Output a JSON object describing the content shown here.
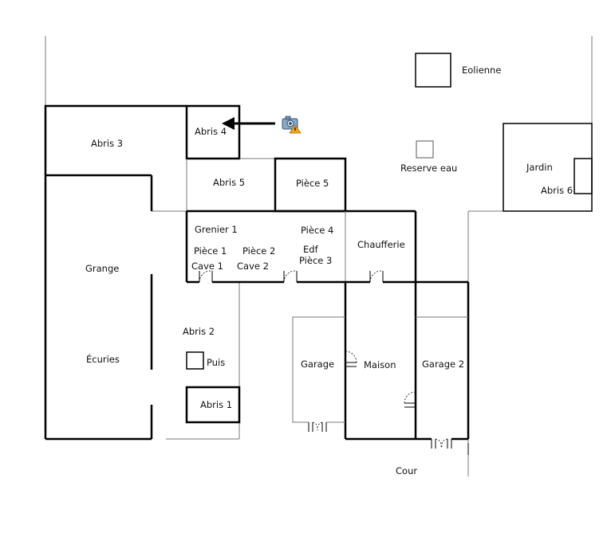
{
  "labels": {
    "eolienne": "Eolienne",
    "abris3": "Abris 3",
    "abris4": "Abris 4",
    "abris5": "Abris 5",
    "piece5": "Pièce 5",
    "reserve_eau": "Reserve eau",
    "jardin": "Jardin",
    "abris6": "Abris 6",
    "grenier1": "Grenier 1",
    "piece4": "Pièce 4",
    "piece1": "Pièce 1",
    "piece2": "Pièce 2",
    "edf": "Edf",
    "piece3": "Pièce 3",
    "cave1": "Cave 1",
    "cave2": "Cave 2",
    "chaufferie": "Chaufferie",
    "grange": "Grange",
    "abris2": "Abris 2",
    "ecuries": "Écuries",
    "puits": "Puis",
    "abris1": "Abris 1",
    "garage": "Garage",
    "maison": "Maison",
    "garage2": "Garage 2",
    "cour": "Cour"
  },
  "icons": {
    "camera": "camera-warning-icon",
    "arrow": "arrow-left-icon"
  },
  "colors": {
    "camera_body": "#8aa8c8",
    "warning": "#f2a81d"
  }
}
